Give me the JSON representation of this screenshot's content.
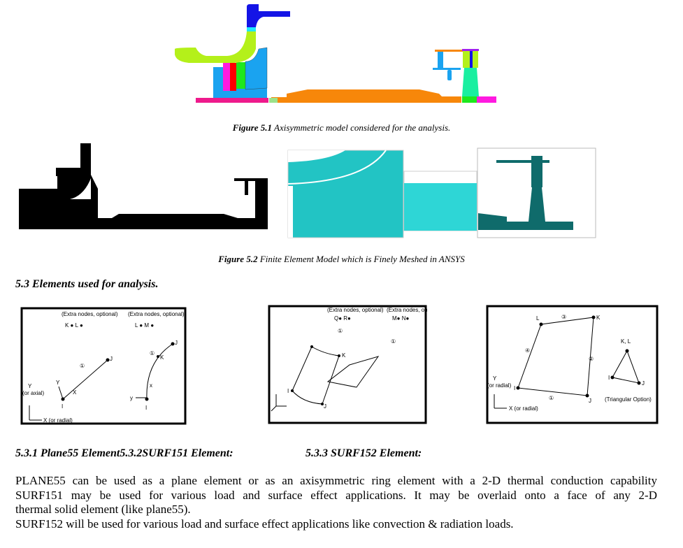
{
  "figure_5_1": {
    "label": "Figure 5.1",
    "caption": " Axisymmetric model considered for the analysis."
  },
  "figure_5_2": {
    "label": "Figure 5.2",
    "caption": " Finite Element Model which is Finely Meshed in ANSYS"
  },
  "section_heading": "5.3 Elements used for analysis.",
  "diagrams": {
    "extra_nodes": "(Extra nodes, optional)",
    "plane": {
      "nodes": [
        "K",
        "L",
        "M",
        "I",
        "J",
        "K"
      ],
      "y_axis": "Y",
      "y_axis_sub": "(or axial)",
      "x_axis": "X (or radial)",
      "circle1": "①",
      "x": "X",
      "y": "Y",
      "x2": "x",
      "y2": "y"
    },
    "surf151": {
      "nodes_a": "Q●  R●",
      "nodes_b": "M●  N●",
      "circle1": "①"
    },
    "surf152": {
      "circles": [
        "①",
        "②",
        "③",
        "④"
      ],
      "y_axis": "Y",
      "y_axis_sub": "(or radial)",
      "x_axis": "X (or radial)",
      "tri_label": "K, L",
      "tri_option": "(Triangular Option)"
    }
  },
  "subheadings": {
    "left": "5.3.1 Plane55 Element5.3.2SURF151 Element:",
    "right": "5.3.3 SURF152 Element:"
  },
  "paragraph": [
    "PLANE55 can be used as a plane element or as an axisymmetric ring element with a 2-D thermal conduction capability",
    "SURF151 may be used for various load and surface effect applications. It may be overlaid onto a face of any 2-D",
    "thermal solid element (like plane55).",
    "SURF152 will be used for various load and surface effect applications like convection & radiation loads."
  ]
}
